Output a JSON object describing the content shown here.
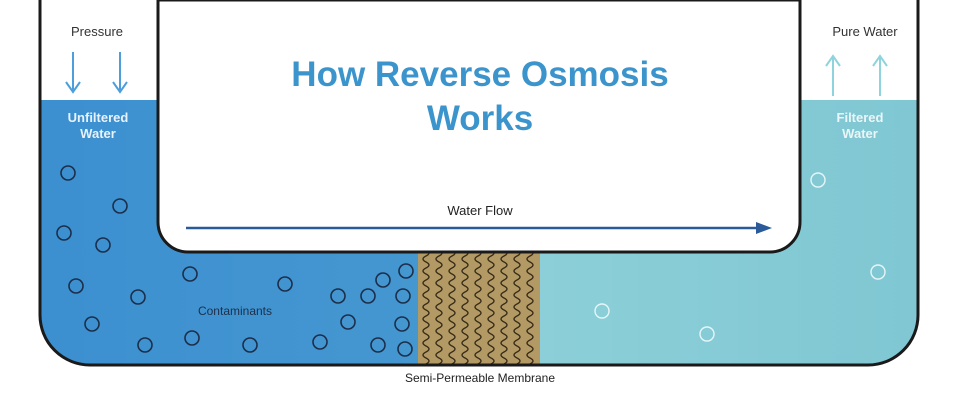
{
  "diagram": {
    "title_line1": "How Reverse Osmosis",
    "title_line2": "Works",
    "pressure_label": "Pressure",
    "pure_water_label": "Pure Water",
    "unfiltered_label_line1": "Unfiltered",
    "unfiltered_label_line2": "Water",
    "filtered_label_line1": "Filtered",
    "filtered_label_line2": "Water",
    "water_flow_label": "Water Flow",
    "contaminants_label": "Contaminants",
    "membrane_label": "Semi-Permeable Membrane"
  },
  "colors": {
    "title": "#3b95cc",
    "unfiltered_water": "#3b8fd0",
    "filtered_water": "#8ccfd8",
    "pressure_arrow": "#4d9fdc",
    "pure_arrow": "#8fd3dd",
    "flow_arrow": "#2b5a9a",
    "membrane": "#b39a65",
    "outline": "#1a1a1a"
  }
}
